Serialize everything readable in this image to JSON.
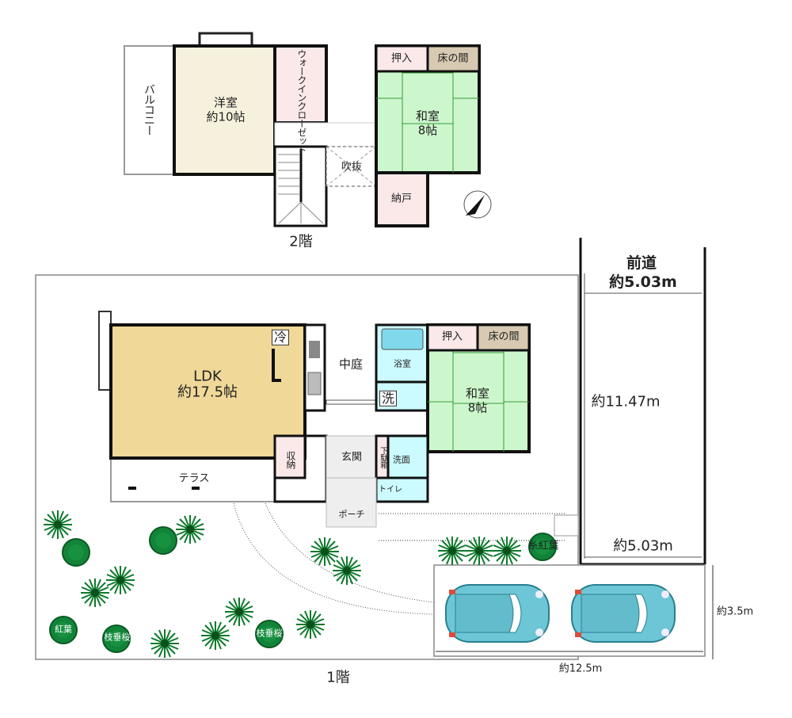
{
  "floor2": {
    "label": "2階",
    "balcony": "バルコニー",
    "western_room": {
      "name": "洋室",
      "size": "約10帖"
    },
    "walk_in_closet": "ウォークインクローゼット",
    "japanese_room": {
      "name": "和室",
      "size": "8帖"
    },
    "oshiire": "押入",
    "tokonoma": "床の間",
    "fukinuke": "吹抜",
    "nando": "納戸"
  },
  "floor1": {
    "label": "1階",
    "ldk": {
      "name": "LDK",
      "size": "約17.5帖"
    },
    "fridge": "冷",
    "courtyard": "中庭",
    "bathroom": "浴室",
    "laundry": "洗",
    "japanese_room": {
      "name": "和室",
      "size": "8帖"
    },
    "oshiire": "押入",
    "tokonoma": "床の間",
    "storage": "収納",
    "entrance": "玄関",
    "shoe_box": "下駄箱",
    "washroom": "洗面",
    "toilet": "トイレ",
    "porch": "ポーチ",
    "terrace": "テラス"
  },
  "site": {
    "road": "前道",
    "road_width_top": "約5.03m",
    "road_length": "約11.47m",
    "road_width_bottom": "約5.03m",
    "parking_depth": "約3.5m",
    "parking_width": "約12.5m",
    "trees": [
      "紅葉",
      "枝垂桜",
      "枝垂桜",
      "糸紅葉"
    ]
  },
  "colors": {
    "western": "#f6f1dc",
    "ldk": "#f0d898",
    "tatami": "#ccf7cc",
    "pink": "#fbe9ea",
    "tokonoma": "#d8cab2",
    "water": "#ccfbff",
    "car": "#6cc6d6"
  }
}
